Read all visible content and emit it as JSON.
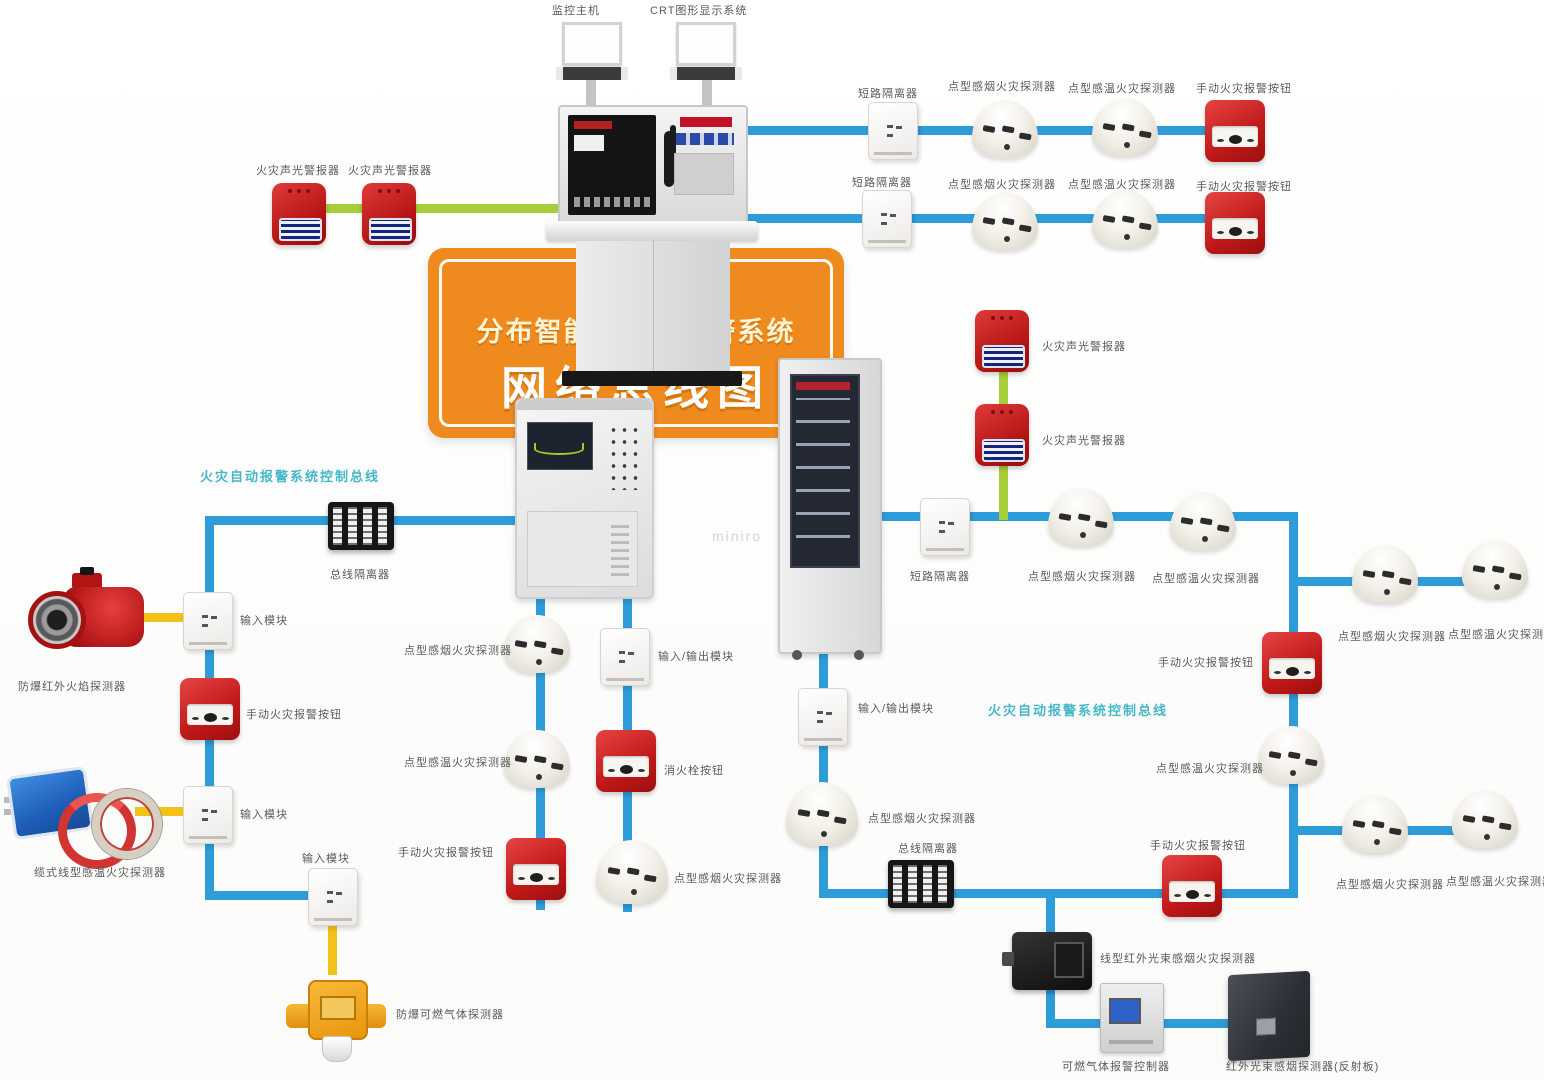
{
  "banner": {
    "title_line1": "分布智能型火灾报警系统",
    "title_line2": "网络总线图"
  },
  "colors": {
    "bus_blue": "#2E9CD9",
    "bus_green": "#A6CE39",
    "bus_yellow": "#F2C219",
    "banner_orange": "#EF8A1F",
    "device_red": "#C01818",
    "label_teal": "#45B8C8"
  },
  "top_section": {
    "laptop_left_label": "监控主机",
    "laptop_right_label": "CRT图形显示系统",
    "sounder_left_label": "火灾声光警报器",
    "sounder_right_label": "火灾声光警报器",
    "loop1": {
      "module": "短路隔离器",
      "smoke": "点型感烟火灾探测器",
      "heat": "点型感温火灾探测器",
      "mcp": "手动火灾报警按钮"
    },
    "loop2": {
      "module": "短路隔离器",
      "smoke": "点型感烟火灾探测器",
      "heat": "点型感温火灾探测器",
      "mcp": "手动火灾报警按钮"
    }
  },
  "left_section": {
    "bus_title": "火灾自动报警系统控制总线",
    "bus_isolator": "总线隔离器",
    "flame_detector": "防爆红外火焰探测器",
    "flame_module": "输入模块",
    "mcp": "手动火灾报警按钮",
    "cable_module": "输入模块",
    "cable_detector": "缆式线型感温火灾探测器",
    "gas_module": "输入模块",
    "gas_detector": "防爆可燃气体探测器"
  },
  "center_section": {
    "chain1": {
      "smoke": "点型感烟火灾探测器",
      "heat": "点型感温火灾探测器",
      "mcp": "手动火灾报警按钮"
    },
    "chain2": {
      "module": "输入/输出模块",
      "hydrant": "消火栓按钮",
      "smoke": "点型感烟火灾探测器"
    }
  },
  "right_section": {
    "bus_title": "火灾自动报警系统控制总线",
    "sounder_top": "火灾声光警报器",
    "sounder_bottom": "火灾声光警报器",
    "module": "短路隔离器",
    "smoke1": "点型感烟火灾探测器",
    "heat1": "点型感温火灾探测器",
    "branch_smoke": "点型感烟火灾探测器",
    "branch_heat": "点型感温火灾探测器",
    "mcp_right": "手动火灾报警按钮",
    "heat2": "点型感温火灾探测器",
    "bottom_smoke": "点型感烟火灾探测器",
    "bottom_heat": "点型感温火灾探测器",
    "io_module": "输入/输出模块",
    "loop_smoke": "点型感烟火灾探测器",
    "bus_isolator": "总线隔离器",
    "mcp_bottom": "手动火灾报警按钮",
    "beam_detector": "线型红外光束感烟火灾探测器",
    "gas_controller": "可燃气体报警控制器",
    "reflector": "红外光束感烟探测器(反射板)"
  },
  "watermark": "miniro"
}
